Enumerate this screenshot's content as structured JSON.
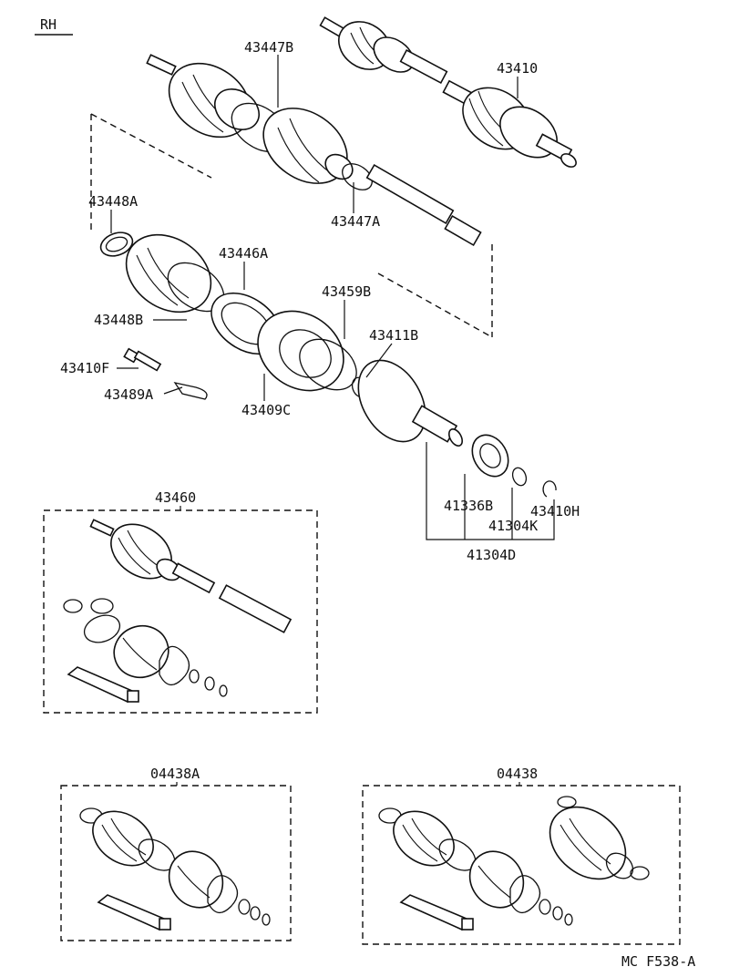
{
  "header": {
    "side_label": "RH"
  },
  "footer": {
    "figure_code": "MC F538-A"
  },
  "callouts": {
    "shaft_assy": "43410",
    "boot_clamp_outer": "43447B",
    "boot_clamp_inner": "43447A",
    "clamp_small": "43448A",
    "clamp_large": "43448B",
    "outboard_boot": "43446A",
    "snap_ring_inboard": "43459B",
    "circlip": "43411B",
    "bolt": "43410F",
    "lock_plate": "43489A",
    "inboard_joint": "43409C",
    "oil_seal": "41336B",
    "o_ring": "41304K",
    "snap_ring_small": "43410H",
    "bracket_assy": "41304D",
    "repair_kit": "43460",
    "boot_kit_a": "04438A",
    "boot_kit": "04438"
  }
}
